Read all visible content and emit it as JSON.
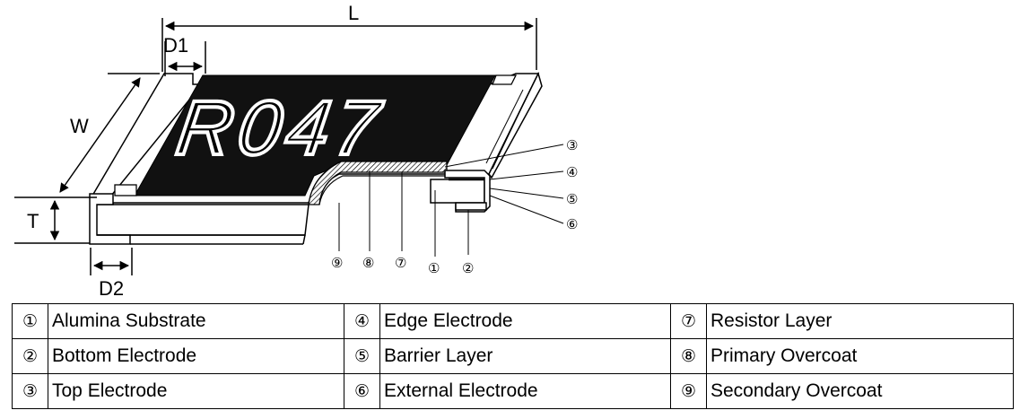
{
  "dimensions": {
    "L": "L",
    "W": "W",
    "T": "T",
    "D1": "D1",
    "D2": "D2"
  },
  "marking": "R047",
  "callouts": {
    "c1": "①",
    "c2": "②",
    "c3": "③",
    "c4": "④",
    "c5": "⑤",
    "c6": "⑥",
    "c7": "⑦",
    "c8": "⑧",
    "c9": "⑨"
  },
  "legend": {
    "rows": [
      [
        {
          "num": "①",
          "label": "Alumina Substrate"
        },
        {
          "num": "④",
          "label": "Edge Electrode"
        },
        {
          "num": "⑦",
          "label": "Resistor Layer"
        }
      ],
      [
        {
          "num": "②",
          "label": "Bottom Electrode"
        },
        {
          "num": "⑤",
          "label": "Barrier Layer"
        },
        {
          "num": "⑧",
          "label": "Primary Overcoat"
        }
      ],
      [
        {
          "num": "③",
          "label": "Top Electrode"
        },
        {
          "num": "⑥",
          "label": "External Electrode"
        },
        {
          "num": "⑨",
          "label": "Secondary Overcoat"
        }
      ]
    ]
  }
}
